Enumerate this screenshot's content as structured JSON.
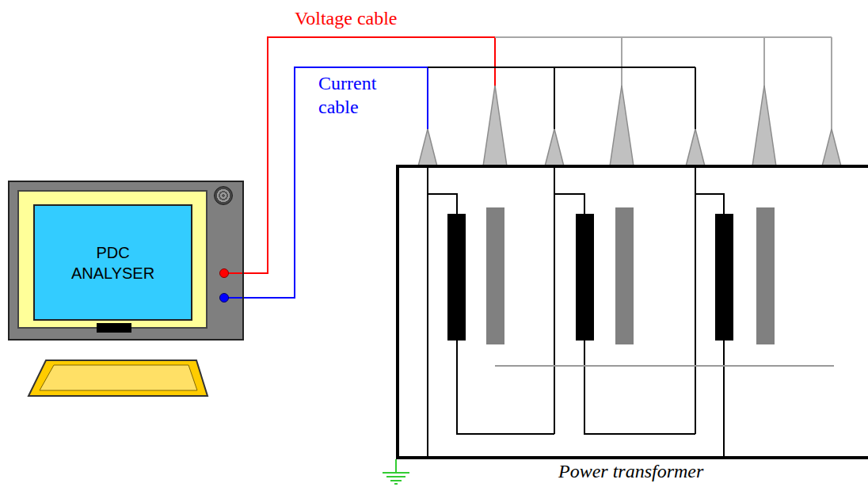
{
  "diagram": {
    "nodes": [
      {
        "text": [
          "PDC ANALYSER"
        ]
      },
      {
        "text": [
          "Power transformer"
        ]
      }
    ],
    "edges": [
      {
        "from": 0,
        "to": 1,
        "arrow": "none",
        "label": "Voltage cable"
      },
      {
        "from": 0,
        "to": 1,
        "arrow": "none",
        "label": "Current cable"
      }
    ]
  }
}
